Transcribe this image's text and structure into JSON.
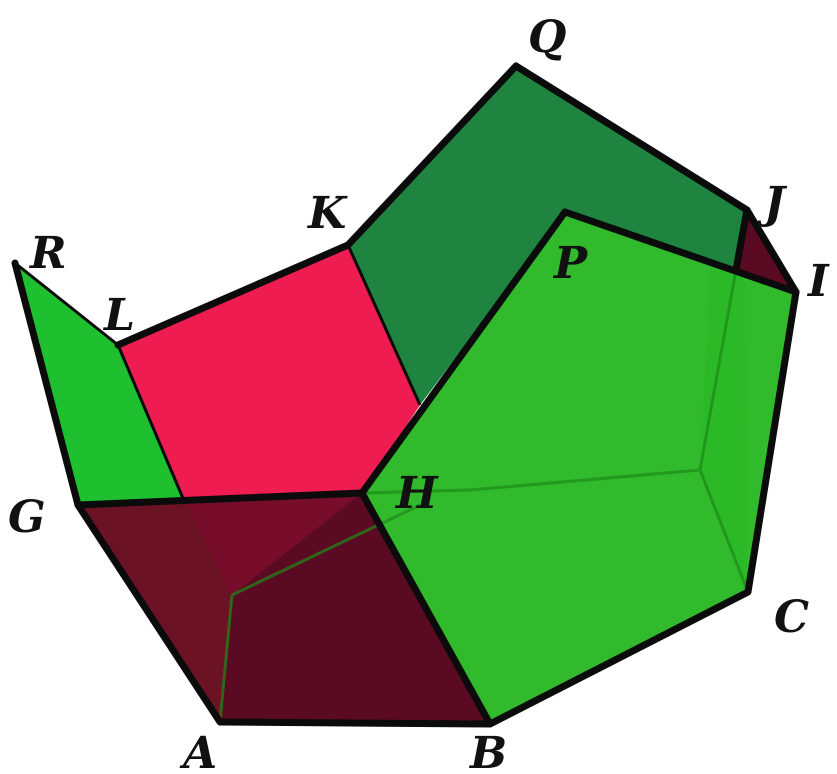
{
  "diagram": {
    "colors": {
      "pink_face": "#ef1c52",
      "green_dark": "#1e8440",
      "green_light": "#29b823",
      "green_bright": "#1fc02f",
      "maroon": "#5a0a22",
      "edge": "#0b0b0b"
    },
    "labels": {
      "A": "A",
      "B": "B",
      "C": "C",
      "G": "G",
      "H": "H",
      "I": "I",
      "J": "J",
      "K": "K",
      "L": "L",
      "P": "P",
      "Q": "Q",
      "R": "R"
    }
  }
}
